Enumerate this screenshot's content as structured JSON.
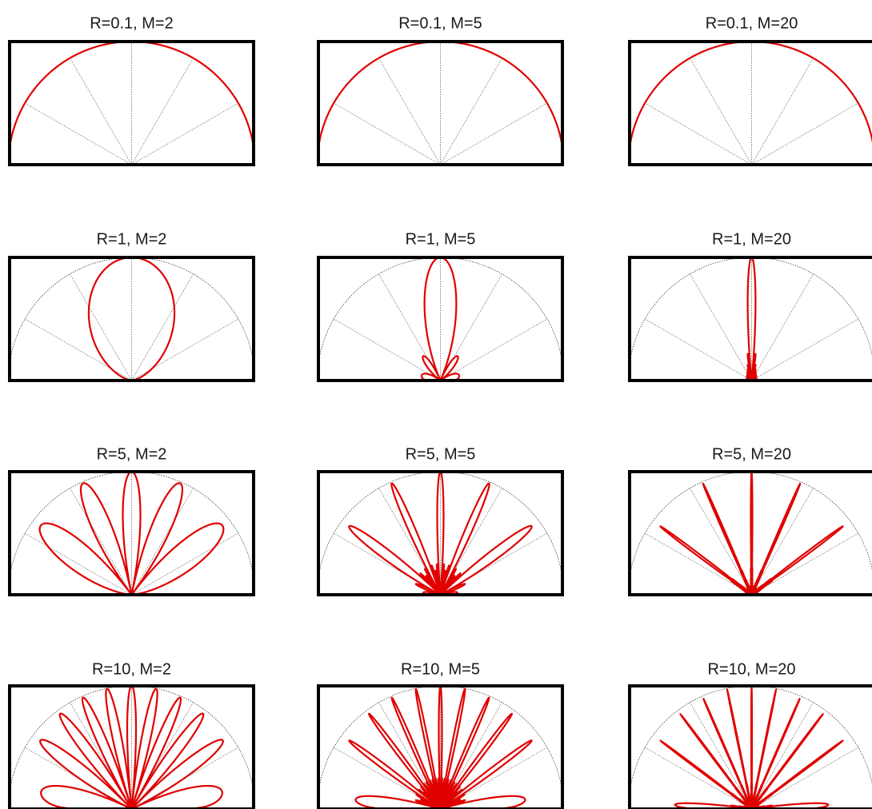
{
  "chart_data": {
    "type": "polar",
    "description_note": "",
    "guides": {
      "spokes_deg": [
        0,
        30,
        60,
        90,
        120,
        150,
        180
      ],
      "reference_radius": 1.0
    },
    "colors": {
      "pattern": "#e00000",
      "frame": "#000000",
      "guide": "#000000"
    },
    "panels": [
      {
        "title": "R=0.1, M=2",
        "R": 0.1,
        "M": 2
      },
      {
        "title": "R=0.1, M=5",
        "R": 0.1,
        "M": 5
      },
      {
        "title": "R=0.1, M=20",
        "R": 0.1,
        "M": 20
      },
      {
        "title": "R=1, M=2",
        "R": 1,
        "M": 2
      },
      {
        "title": "R=1, M=5",
        "R": 1,
        "M": 5
      },
      {
        "title": "R=1, M=20",
        "R": 1,
        "M": 20
      },
      {
        "title": "R=5, M=2",
        "R": 5,
        "M": 2
      },
      {
        "title": "R=5, M=5",
        "R": 5,
        "M": 5
      },
      {
        "title": "R=5, M=20",
        "R": 5,
        "M": 20
      },
      {
        "title": "R=10, M=2",
        "R": 10,
        "M": 2
      },
      {
        "title": "R=10, M=5",
        "R": 10,
        "M": 5
      },
      {
        "title": "R=10, M=20",
        "R": 10,
        "M": 20
      }
    ]
  }
}
